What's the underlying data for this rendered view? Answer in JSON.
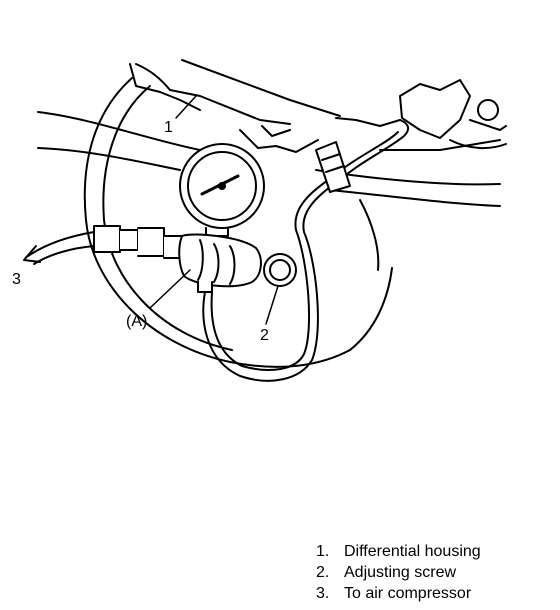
{
  "callouts": {
    "one": "1",
    "two": "2",
    "three": "3",
    "a": "(A)"
  },
  "legend": [
    {
      "num": "1.",
      "text": "Differential housing"
    },
    {
      "num": "2.",
      "text": "Adjusting screw"
    },
    {
      "num": "3.",
      "text": "To air compressor"
    }
  ]
}
